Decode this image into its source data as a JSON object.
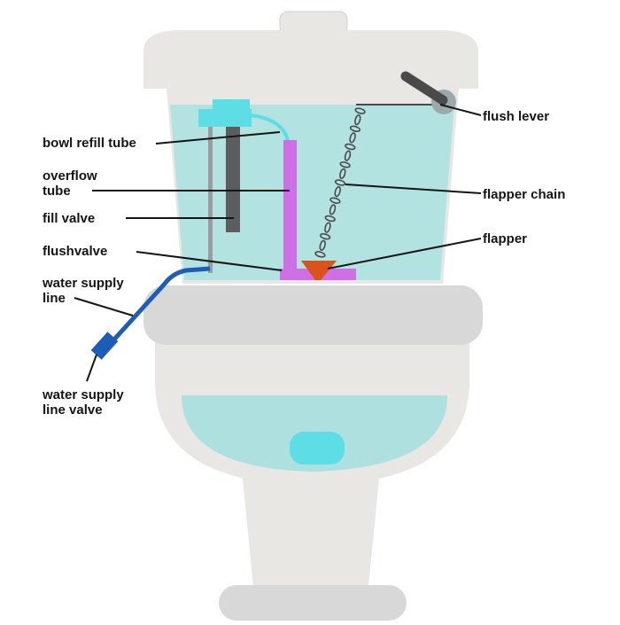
{
  "labels": {
    "bowl_refill_tube": "bowl refill tube",
    "overflow_tube_line1": "overflow",
    "overflow_tube_line2": "tube",
    "fill_valve": "fill valve",
    "flushvalve": "flushvalve",
    "water_supply_line_line1": "water supply",
    "water_supply_line_line2": "line",
    "water_supply_line_valve_line1": "water supply",
    "water_supply_line_valve_line2": "line valve",
    "flush_lever": "flush lever",
    "flapper_chain": "flapper chain",
    "flapper": "flapper"
  },
  "colors": {
    "porcelain": "#e9e7e4",
    "porcelain_rim": "#d8d8d8",
    "water": "#b3e3e1",
    "bowl_water": "#aee0df",
    "drain_hole": "#5ddde4",
    "overflow_tube": "#cf6fe6",
    "flapper": "#d9531b",
    "fill_valve_body": "#5d5d5d",
    "fill_valve_cap": "#5ddde4",
    "refill_tube": "#5ddde4",
    "supply_line": "#1d5db7",
    "lever": "#4a4a4a",
    "chain": "#4a4a4a",
    "leader_line": "#151515"
  }
}
